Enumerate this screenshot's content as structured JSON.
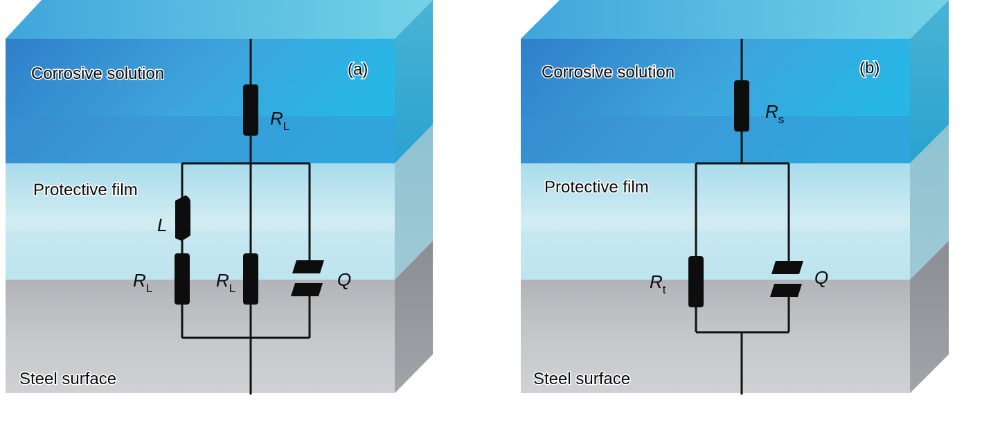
{
  "colors": {
    "solution_top": "#5ec8e4",
    "solution_front": "#3e9fd6",
    "film_front": "#bfe4ee",
    "steel_front": "#bdbdc2",
    "side_shade": "#8f9aa3",
    "wire": "#111111"
  },
  "panels": [
    {
      "tag": "(a)",
      "layers": {
        "solution": "Corrosive solution",
        "film": "Protective film",
        "steel": "Steel surface"
      },
      "components": {
        "series_resistor": {
          "symbol": "R",
          "sub": "L"
        },
        "inductor": {
          "symbol": "L",
          "sub": ""
        },
        "branch_resistor_left": {
          "symbol": "R",
          "sub": "L"
        },
        "branch_resistor_mid": {
          "symbol": "R",
          "sub": "L"
        },
        "cpe": {
          "symbol": "Q",
          "sub": ""
        }
      }
    },
    {
      "tag": "(b)",
      "layers": {
        "solution": "Corrosive solution",
        "film": "Protective film",
        "steel": "Steel surface"
      },
      "components": {
        "series_resistor": {
          "symbol": "R",
          "sub": "s"
        },
        "branch_resistor": {
          "symbol": "R",
          "sub": "t"
        },
        "cpe": {
          "symbol": "Q",
          "sub": ""
        }
      }
    }
  ]
}
